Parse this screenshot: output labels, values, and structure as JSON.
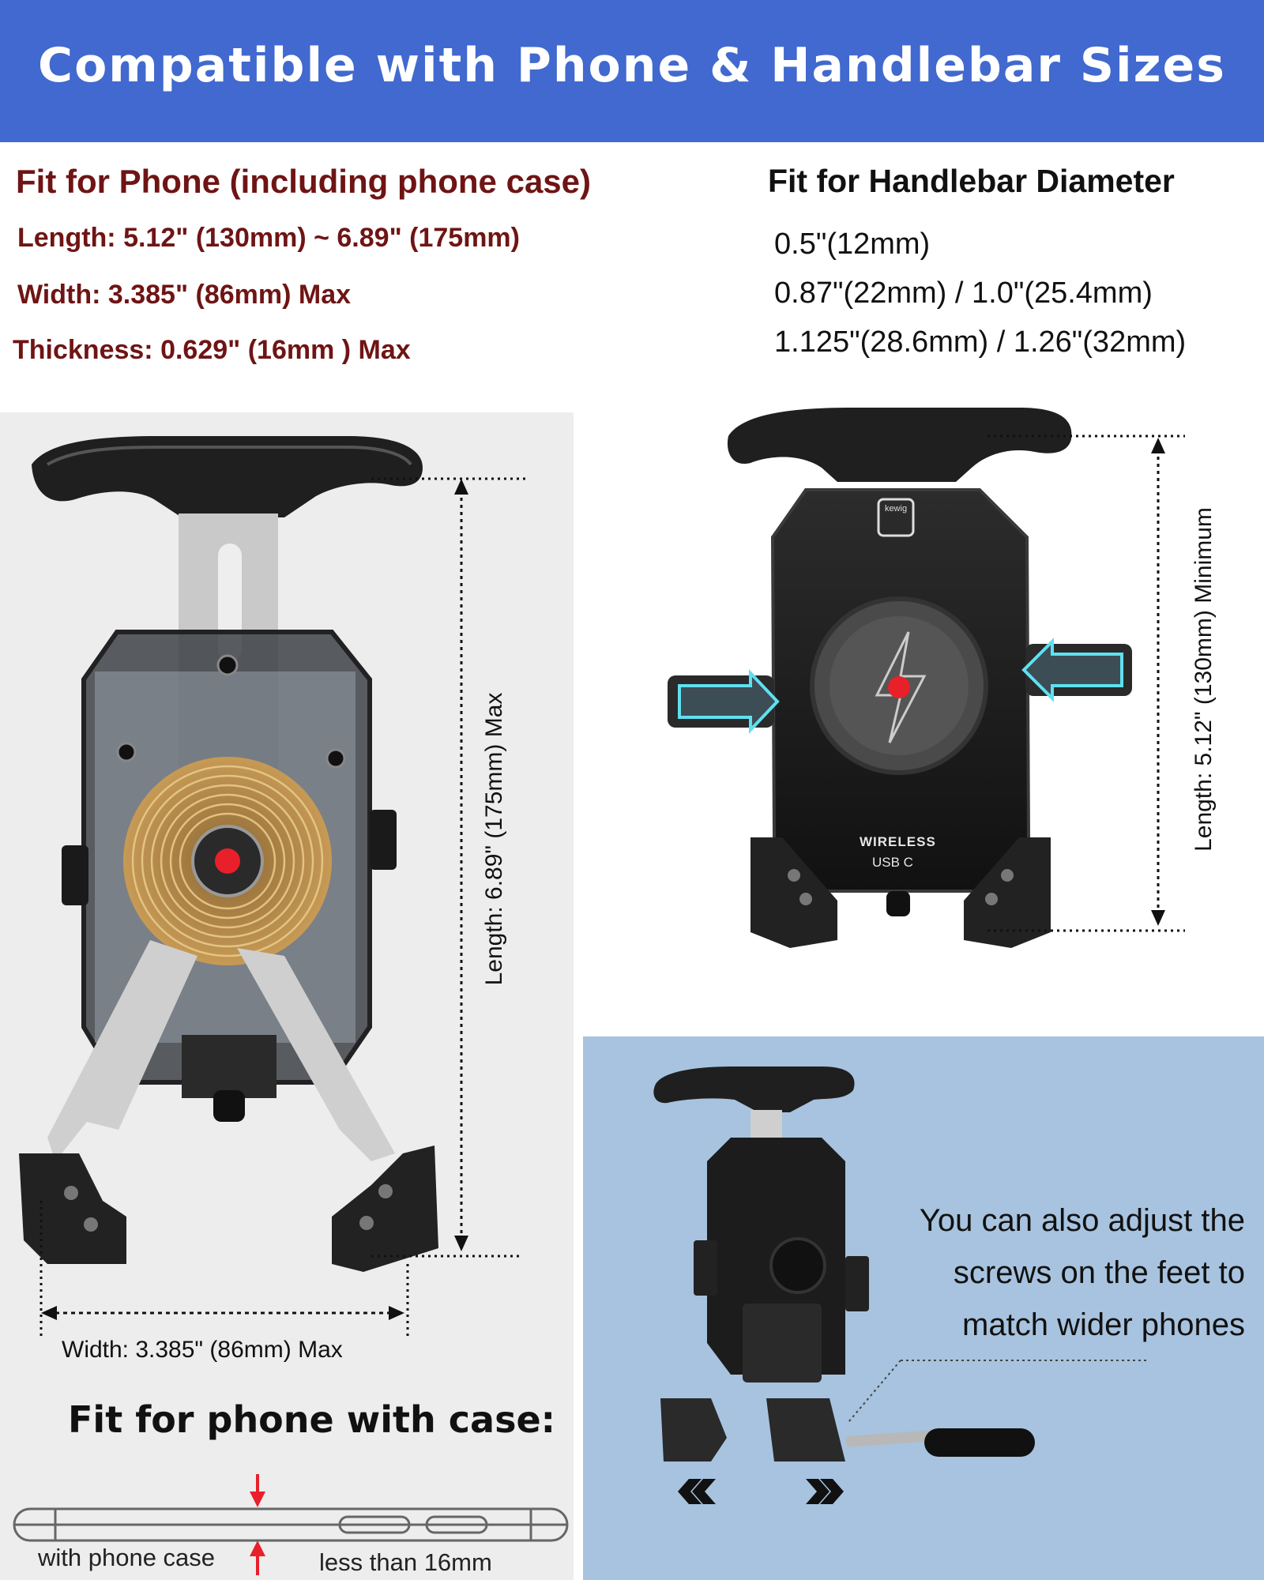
{
  "banner": {
    "title": "Compatible with Phone & Handlebar Sizes"
  },
  "phone_fit": {
    "heading": "Fit for Phone (including phone case)",
    "length": "Length: 5.12\" (130mm) ~ 6.89\" (175mm)",
    "width": "Width: 3.385\" (86mm) Max",
    "thickness": "Thickness: 0.629\" (16mm ) Max"
  },
  "handlebar_fit": {
    "heading": "Fit for Handlebar Diameter",
    "sizes": [
      "0.5\"(12mm)",
      "0.87\"(22mm) / 1.0\"(25.4mm)",
      "1.125\"(28.6mm) / 1.26\"(32mm)"
    ]
  },
  "left_diagram": {
    "length_label": "Length: 6.89\" (175mm) Max",
    "width_label": "Width: 3.385\" (86mm) Max"
  },
  "right_diagram": {
    "length_label": "Length: 5.12\" (130mm) Minimum",
    "brand": "kewig",
    "wireless": "WIRELESS",
    "usb": "USB C"
  },
  "case_fit": {
    "title": "Fit for phone with case:",
    "with_case": "with phone case",
    "less_than": "less than 16mm"
  },
  "adjust_note": {
    "lines": [
      "You can also adjust the",
      "screws on the feet to",
      "match wider phones"
    ]
  },
  "colors": {
    "banner": "#4169cf",
    "heading_red": "#6f1414",
    "panel_gray": "#ededed",
    "panel_blue": "#a7c3df",
    "coil_gold": "#b48a4a",
    "accent_red": "#e8202a",
    "arrow_cyan": "#5fe0f0"
  }
}
